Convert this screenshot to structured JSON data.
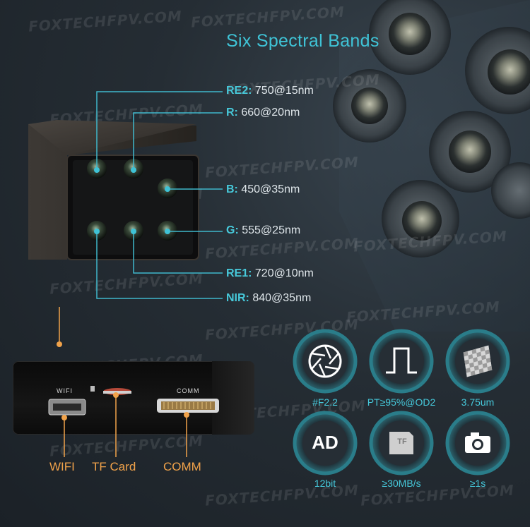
{
  "title": "Six Spectral Bands",
  "watermark": "FOXTECHFPV.COM",
  "bands": [
    {
      "name": "RE2:",
      "value": " 750@15nm"
    },
    {
      "name": "R:",
      "value": " 660@20nm"
    },
    {
      "name": "B:",
      "value": " 450@35nm"
    },
    {
      "name": "G:",
      "value": " 555@25nm"
    },
    {
      "name": "RE1:",
      "value": " 720@10nm"
    },
    {
      "name": "NIR:",
      "value": " 840@35nm"
    }
  ],
  "panel": {
    "wifi_label": "WIFI",
    "comm_label": "COMM"
  },
  "ports": [
    {
      "label": "WIFI"
    },
    {
      "label": "TF Card"
    },
    {
      "label": "COMM"
    }
  ],
  "features": [
    {
      "icon": "aperture-icon",
      "label": "#F2.2"
    },
    {
      "icon": "pulse-icon",
      "label": "PT≥95%@OD2"
    },
    {
      "icon": "sensor-icon",
      "label": "3.75um"
    },
    {
      "icon": "ad-icon",
      "text": "AD",
      "label": "12bit"
    },
    {
      "icon": "tf-card-icon",
      "text": "TF",
      "label": "≥30MB/s"
    },
    {
      "icon": "camera-icon",
      "label": "≥1s"
    }
  ],
  "colors": {
    "accent_teal": "#47c9da",
    "accent_orange": "#f0a24a",
    "line_teal": "#3fb8cc"
  }
}
